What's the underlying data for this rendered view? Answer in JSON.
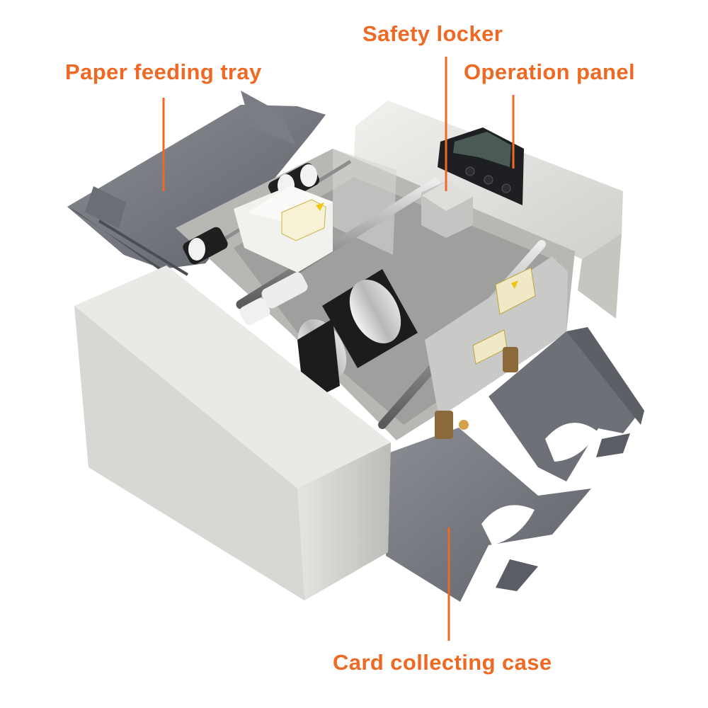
{
  "callouts": {
    "paper_feeding_tray": "Paper feeding tray",
    "safety_locker": "Safety locker",
    "operation_panel": "Operation panel",
    "card_collecting_case": "Card collecting case"
  },
  "colors": {
    "callout_text": "#ee6a24",
    "leader_line": "#ee6a24",
    "machine_body": "#e6e6e2",
    "tray_grey": "#6f7278",
    "roller_black": "#1c1c1c"
  },
  "icons": {
    "warning_sticker": "warning-triangle-icon",
    "lcd": "lcd-display-icon"
  }
}
